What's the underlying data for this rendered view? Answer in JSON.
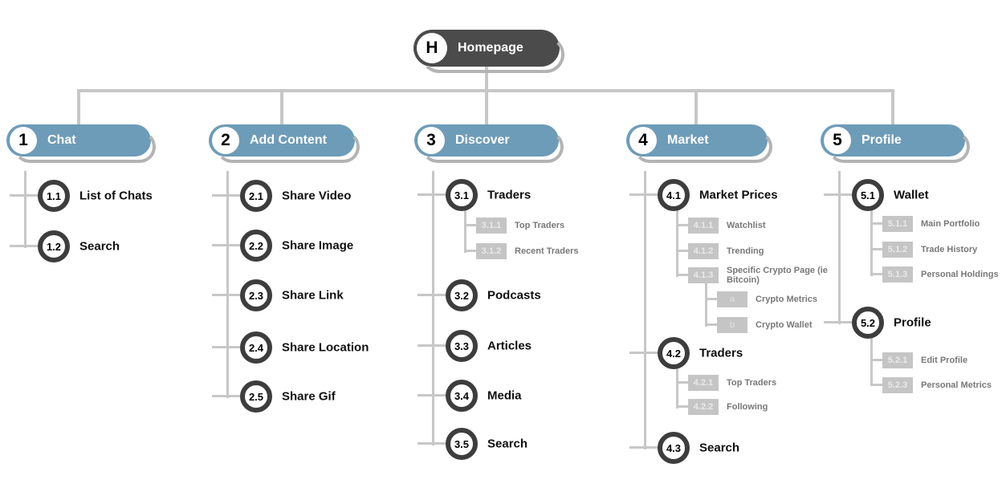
{
  "homepage": {
    "id": "H",
    "label": "Homepage"
  },
  "branches": [
    {
      "id": "1",
      "label": "Chat",
      "children": [
        {
          "id": "1.1",
          "label": "List of Chats"
        },
        {
          "id": "1.2",
          "label": "Search"
        }
      ]
    },
    {
      "id": "2",
      "label": "Add Content",
      "children": [
        {
          "id": "2.1",
          "label": "Share Video"
        },
        {
          "id": "2.2",
          "label": "Share Image"
        },
        {
          "id": "2.3",
          "label": "Share Link"
        },
        {
          "id": "2.4",
          "label": "Share Location"
        },
        {
          "id": "2.5",
          "label": "Share Gif"
        }
      ]
    },
    {
      "id": "3",
      "label": "Discover",
      "children": [
        {
          "id": "3.1",
          "label": "Traders",
          "children": [
            {
              "id": "3.1.1",
              "label": "Top Traders"
            },
            {
              "id": "3.1.2",
              "label": "Recent Traders"
            }
          ]
        },
        {
          "id": "3.2",
          "label": "Podcasts"
        },
        {
          "id": "3.3",
          "label": "Articles"
        },
        {
          "id": "3.4",
          "label": "Media"
        },
        {
          "id": "3.5",
          "label": "Search"
        }
      ]
    },
    {
      "id": "4",
      "label": "Market",
      "children": [
        {
          "id": "4.1",
          "label": "Market Prices",
          "children": [
            {
              "id": "4.1.1",
              "label": "Watchlist"
            },
            {
              "id": "4.1.2",
              "label": "Trending"
            },
            {
              "id": "4.1.3",
              "label": "Specific Crypto Page (ie Bitcoin)",
              "children": [
                {
                  "id": "a",
                  "label": "Crypto Metrics"
                },
                {
                  "id": "b",
                  "label": "Crypto Wallet"
                }
              ]
            }
          ]
        },
        {
          "id": "4.2",
          "label": "Traders",
          "children": [
            {
              "id": "4.2.1",
              "label": "Top Traders"
            },
            {
              "id": "4.2.2",
              "label": "Following"
            }
          ]
        },
        {
          "id": "4.3",
          "label": "Search"
        }
      ]
    },
    {
      "id": "5",
      "label": "Profile",
      "children": [
        {
          "id": "5.1",
          "label": "Wallet",
          "children": [
            {
              "id": "5.1.1",
              "label": "Main Portfolio"
            },
            {
              "id": "5.1.2",
              "label": "Trade History"
            },
            {
              "id": "5.1.3",
              "label": "Personal Holdings"
            }
          ]
        },
        {
          "id": "5.2",
          "label": "Profile",
          "children": [
            {
              "id": "5.2.1",
              "label": "Edit Profile"
            },
            {
              "id": "5.2.3",
              "label": "Personal Metrics"
            }
          ]
        }
      ]
    }
  ],
  "colors": {
    "branch_pill": "#6d9cb8",
    "homepage_pill": "#4b4b4b",
    "node_ring": "#3d3d3d",
    "connector": "#c7c7c7",
    "badge": "#c5c5c5"
  }
}
